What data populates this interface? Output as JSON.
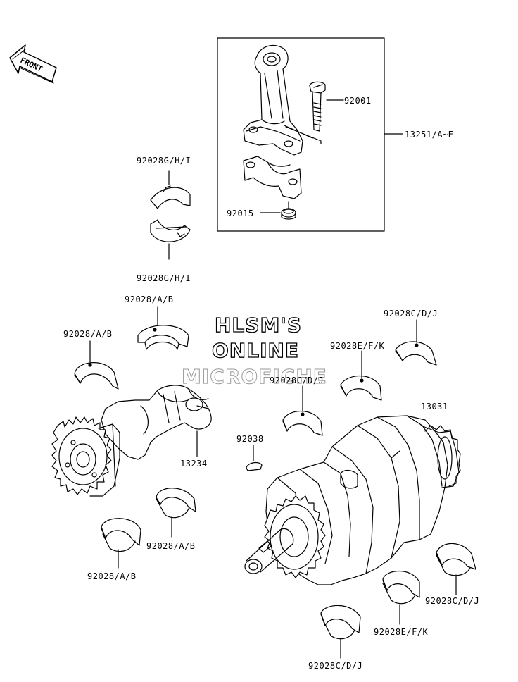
{
  "front_arrow_label": "FRONT",
  "watermark": {
    "line1": "HLSM'S",
    "line2": "ONLINE",
    "line3": "MICROFICHE"
  },
  "labels": {
    "bolt": "92001",
    "conrod_assembly": "13251/A~E",
    "nut": "92015",
    "conrod_bearing_top": "92028G/H/I",
    "conrod_bearing_bottom": "92028G/H/I",
    "balancer_bearing_upper": "92028/A/B",
    "balancer_bearing_left": "92028/A/B",
    "balancer_bearing_lower_right": "92028/A/B",
    "balancer_bearing_lower_left": "92028/A/B",
    "balancer_shaft": "13234",
    "crank_bearing_top_right": "92028C/D/J",
    "crank_bearing_efk_upper": "92028E/F/K",
    "crank_bearing_cdj_center": "92028C/D/J",
    "key": "92038",
    "crankshaft": "13031",
    "crank_bearing_cdj_right": "92028C/D/J",
    "crank_bearing_efk_lower": "92028E/F/K",
    "crank_bearing_cdj_bottom": "92028C/D/J"
  }
}
